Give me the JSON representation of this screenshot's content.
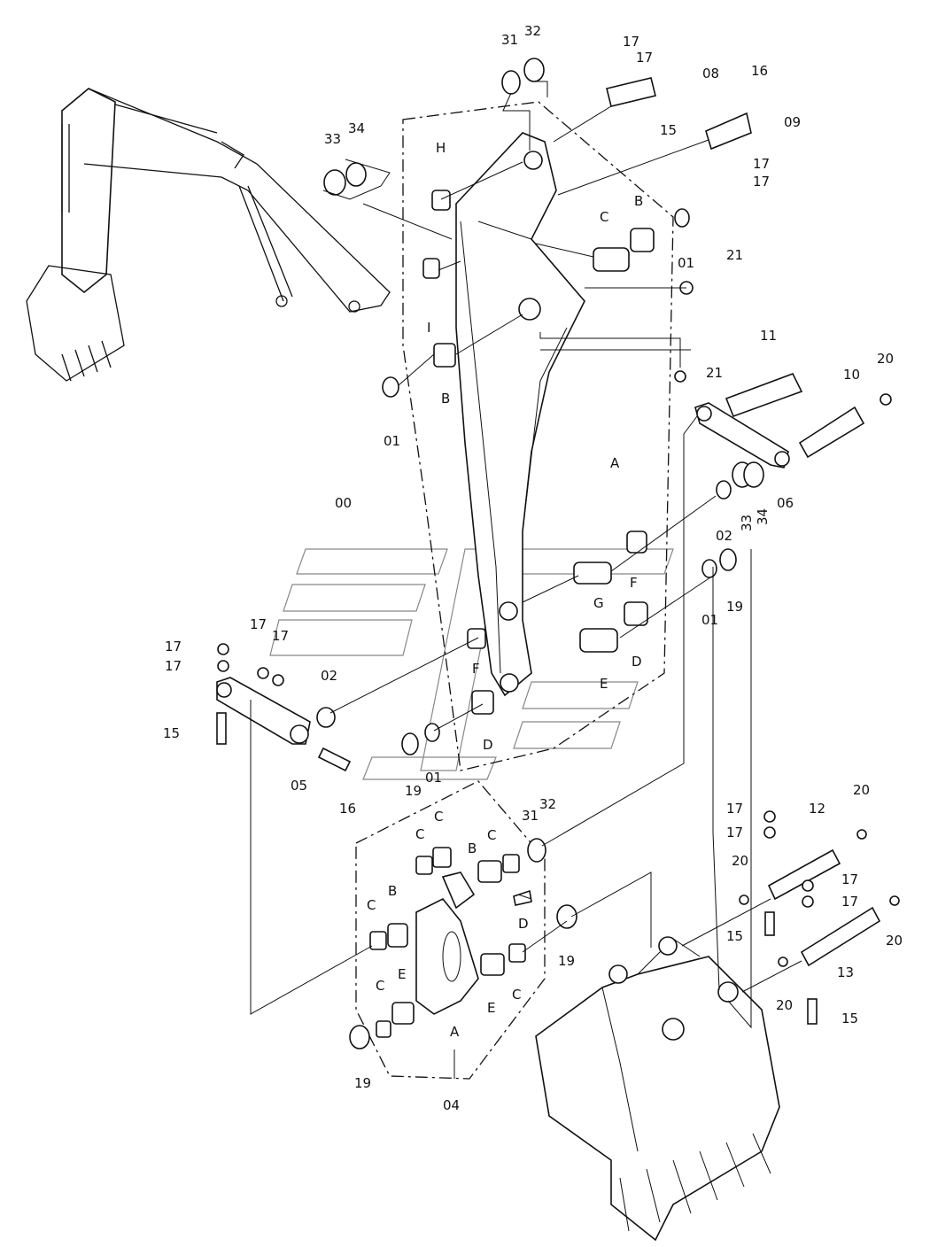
{
  "labels": {
    "l31a": "31",
    "l32a": "32",
    "l17a": "17",
    "l17b": "17",
    "l08": "08",
    "l16a": "16",
    "l33a": "33",
    "l34a": "34",
    "lHa": "H",
    "l15a": "15",
    "l09": "09",
    "l17c": "17",
    "l17d": "17",
    "lCa": "C",
    "lBa": "B",
    "l01a": "01",
    "l21a": "21",
    "lIa": "I",
    "lBb": "B",
    "l01b": "01",
    "l21b": "21",
    "l11": "11",
    "l10": "10",
    "l20a": "20",
    "lAa": "A",
    "l00": "00",
    "l06": "06",
    "l34b": "34",
    "l33b": "33",
    "l02a": "02",
    "lFa": "F",
    "lGa": "G",
    "l19a": "19",
    "l01c": "01",
    "lDa": "D",
    "lEa": "E",
    "lFb": "F",
    "l02b": "02",
    "l17e": "17",
    "l17f": "17",
    "l17g": "17",
    "l17h": "17",
    "l15b": "15",
    "l05": "05",
    "l16b": "16",
    "l19b": "19",
    "l01d": "01",
    "lDb": "D",
    "l31b": "31",
    "l32b": "32",
    "lCb": "C",
    "lCc": "C",
    "lBc": "B",
    "lCd": "C",
    "lBd": "B",
    "lCe": "C",
    "lDc": "D",
    "l19c": "19",
    "lEb": "E",
    "lEc": "E",
    "lCf": "C",
    "lCg": "C",
    "lAb": "A",
    "l19d": "19",
    "l04": "04",
    "l17i": "17",
    "l12": "12",
    "l20b": "20",
    "l17j": "17",
    "l20c": "20",
    "l17k": "17",
    "l17l": "17",
    "l15c": "15",
    "l13": "13",
    "l20d": "20",
    "l20e": "20",
    "l15d": "15"
  }
}
